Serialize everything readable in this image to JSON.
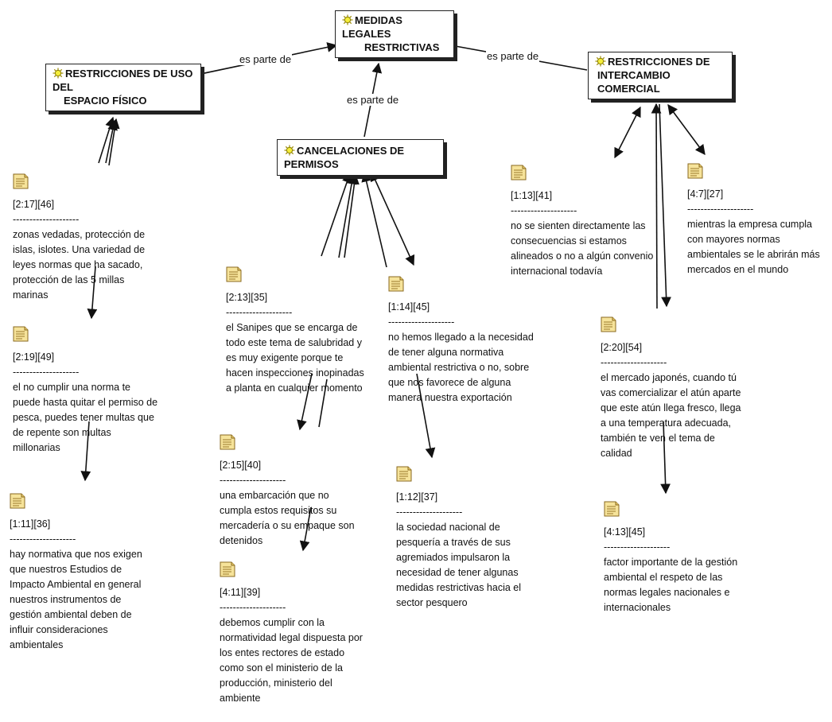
{
  "codes": {
    "medidas": {
      "line1": "MEDIDAS LEGALES",
      "line2": "RESTRICTIVAS",
      "icon": "sun-icon"
    },
    "espacio": {
      "line1": "RESTRICCIONES DE USO DEL",
      "line2": "ESPACIO FÍSICO",
      "icon": "sun-icon"
    },
    "intercambio": {
      "line1": "RESTRICCIONES DE",
      "line2": "INTERCAMBIO COMERCIAL",
      "icon": "sun-icon"
    },
    "cancelaciones": {
      "line1": "CANCELACIONES DE PERMISOS",
      "line2": "",
      "icon": "sun-icon"
    }
  },
  "edge_labels": {
    "left": "es parte de",
    "center": "es parte de",
    "right": "es parte de"
  },
  "separator": "--------------------",
  "quotes": {
    "q217": {
      "ref": "[2:17][46]",
      "text": "zonas vedadas, protección de islas, islotes. Una variedad de leyes normas que ha sacado, protección de las 5 millas marinas"
    },
    "q219": {
      "ref": "[2:19][49]",
      "text": "el no cumplir una norma te puede hasta quitar el permiso de pesca, puedes tener multas que de repente son multas millonarias"
    },
    "q111": {
      "ref": "[1:11][36]",
      "text": "hay normativa que  nos exigen que nuestros Estudios de Impacto Ambiental en general nuestros instrumentos de gestión ambiental deben de influir consideraciones ambientales"
    },
    "q213": {
      "ref": "[2:13][35]",
      "text": "el Sanipes que se encarga de todo este tema de salubridad y es muy exigente porque te hacen inspecciones inopinadas a planta en cualquier momento"
    },
    "q215": {
      "ref": "[2:15][40]",
      "text": "una embarcación que no cumpla estos requisitos su mercadería o su empaque son detenidos"
    },
    "q411": {
      "ref": "[4:11][39]",
      "text": "debemos cumplir con la normatividad legal dispuesta por los entes rectores de estado como son el ministerio de la producción, ministerio del ambiente"
    },
    "q114": {
      "ref": "[1:14][45]",
      "text": "no hemos llegado a la necesidad de tener alguna normativa ambiental restrictiva o no, sobre que nos favorece de alguna manera nuestra exportación"
    },
    "q112": {
      "ref": "[1:12][37]",
      "text": "la sociedad nacional de pesquería a través de sus agremiados impulsaron  la necesidad de tener algunas medidas restrictivas hacia el sector pesquero"
    },
    "q113": {
      "ref": "[1:13][41]",
      "text": "no se sienten directamente las consecuencias si estamos alineados o no a algún convenio internacional todavía"
    },
    "q47": {
      "ref": "[4:7][27]",
      "text": "mientras la empresa cumpla con mayores normas ambientales se le abrirán más mercados en el mundo"
    },
    "q220": {
      "ref": "[2:20][54]",
      "text": "el mercado japonés, cuando tú vas comercializar el atún aparte que este atún llega fresco, llega a una temperatura adecuada, también te ven el tema de calidad"
    },
    "q413": {
      "ref": "[4:13][45]",
      "text": "factor importante de la gestión ambiental el respeto de las normas legales nacionales e internacionales"
    }
  }
}
